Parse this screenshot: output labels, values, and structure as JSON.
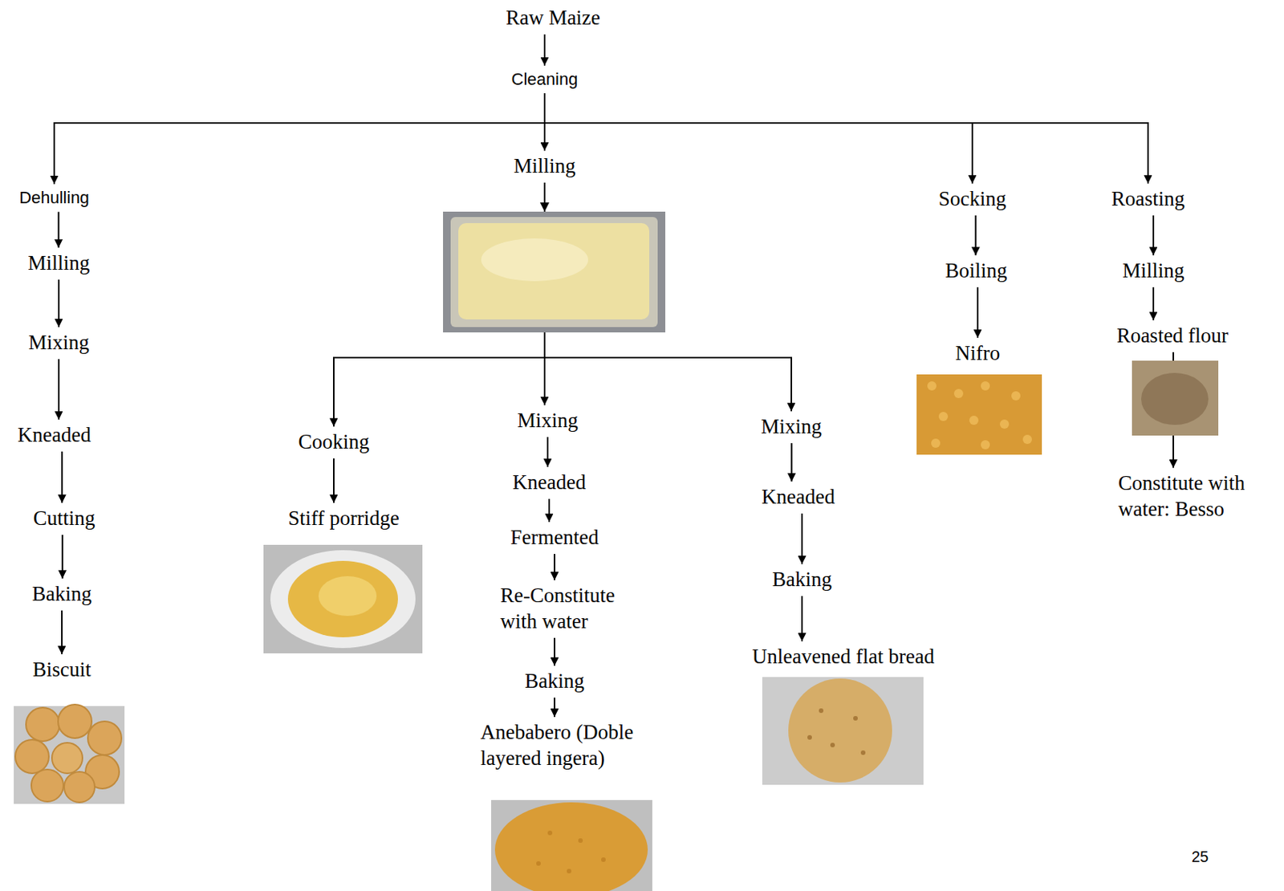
{
  "diagram": {
    "nodes": [
      {
        "text": [
          "Raw Maize"
        ]
      },
      {
        "text": [
          "Cleaning"
        ]
      },
      {
        "text": [
          "Dehulling"
        ]
      },
      {
        "text": [
          "Milling"
        ]
      },
      {
        "text": [
          "Mixing"
        ]
      },
      {
        "text": [
          "Kneaded"
        ]
      },
      {
        "text": [
          "Cutting"
        ]
      },
      {
        "text": [
          "Baking"
        ]
      },
      {
        "text": [
          "Biscuit"
        ]
      },
      {
        "text": [
          "Milling"
        ]
      },
      {
        "text": [
          "Cooking"
        ]
      },
      {
        "text": [
          "Stiff porridge"
        ]
      },
      {
        "text": [
          "Mixing"
        ]
      },
      {
        "text": [
          "Kneaded"
        ]
      },
      {
        "text": [
          "Fermented"
        ]
      },
      {
        "text": [
          "Re-Constitute with water"
        ]
      },
      {
        "text": [
          "Baking"
        ]
      },
      {
        "text": [
          "Anebabero (Doble layered ingera)"
        ]
      },
      {
        "text": [
          "Mixing"
        ]
      },
      {
        "text": [
          "Kneaded"
        ]
      },
      {
        "text": [
          "Baking"
        ]
      },
      {
        "text": [
          "Unleavened flat bread"
        ]
      },
      {
        "text": [
          "Socking"
        ]
      },
      {
        "text": [
          "Boiling"
        ]
      },
      {
        "text": [
          "Nifro"
        ]
      },
      {
        "text": [
          "Roasting"
        ]
      },
      {
        "text": [
          "Milling"
        ]
      },
      {
        "text": [
          "Roasted flour"
        ]
      },
      {
        "text": [
          "Constitute with water: Besso"
        ]
      }
    ],
    "edges": [
      {
        "from": 0,
        "to": 1,
        "arrow": "to"
      },
      {
        "from": 1,
        "to": 2,
        "arrow": "to"
      },
      {
        "from": 1,
        "to": 9,
        "arrow": "to"
      },
      {
        "from": 1,
        "to": 22,
        "arrow": "to"
      },
      {
        "from": 1,
        "to": 25,
        "arrow": "to"
      },
      {
        "from": 2,
        "to": 3,
        "arrow": "to"
      },
      {
        "from": 3,
        "to": 4,
        "arrow": "to"
      },
      {
        "from": 4,
        "to": 5,
        "arrow": "to"
      },
      {
        "from": 5,
        "to": 6,
        "arrow": "to"
      },
      {
        "from": 6,
        "to": 7,
        "arrow": "to"
      },
      {
        "from": 7,
        "to": 8,
        "arrow": "to"
      },
      {
        "from": 9,
        "to": 10,
        "arrow": "to"
      },
      {
        "from": 9,
        "to": 12,
        "arrow": "to"
      },
      {
        "from": 9,
        "to": 18,
        "arrow": "to"
      },
      {
        "from": 10,
        "to": 11,
        "arrow": "to"
      },
      {
        "from": 12,
        "to": 13,
        "arrow": "to"
      },
      {
        "from": 13,
        "to": 14,
        "arrow": "to"
      },
      {
        "from": 14,
        "to": 15,
        "arrow": "to"
      },
      {
        "from": 15,
        "to": 16,
        "arrow": "to"
      },
      {
        "from": 16,
        "to": 17,
        "arrow": "to"
      },
      {
        "from": 18,
        "to": 19,
        "arrow": "to"
      },
      {
        "from": 19,
        "to": 20,
        "arrow": "to"
      },
      {
        "from": 20,
        "to": 21,
        "arrow": "to"
      },
      {
        "from": 22,
        "to": 23,
        "arrow": "to"
      },
      {
        "from": 23,
        "to": 24,
        "arrow": "to"
      },
      {
        "from": 25,
        "to": 26,
        "arrow": "to"
      },
      {
        "from": 26,
        "to": 27,
        "arrow": "to"
      },
      {
        "from": 27,
        "to": 28,
        "arrow": "to"
      }
    ],
    "labels": [
      "25"
    ]
  }
}
